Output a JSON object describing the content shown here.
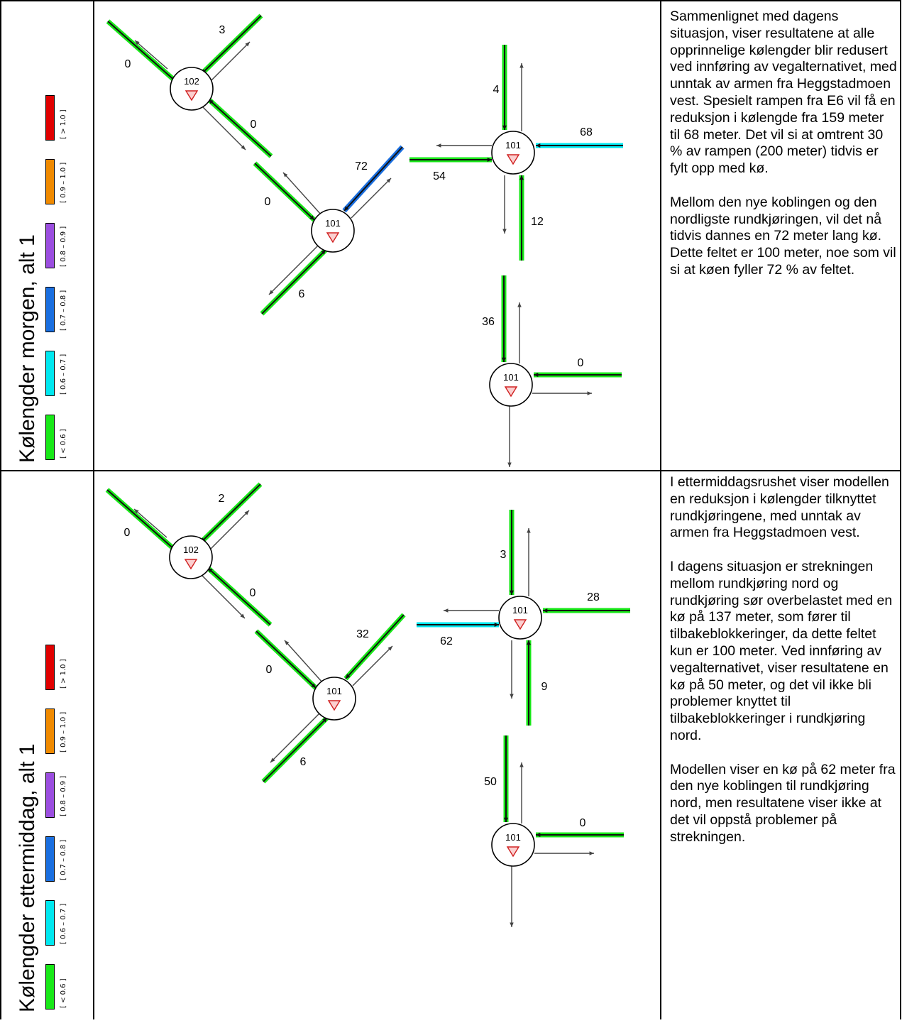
{
  "rows": [
    {
      "title": "Kølengder morgen, alt 1",
      "legend": [
        {
          "label": "[ > 1.0 ]",
          "color": "#e00000"
        },
        {
          "label": "[ 0.9 – 1.0 ]",
          "color": "#f08a00"
        },
        {
          "label": "[ 0.8 – 0.9 ]",
          "color": "#9b4ee0"
        },
        {
          "label": "[ 0.7 – 0.8 ]",
          "color": "#1a6fe0"
        },
        {
          "label": "[ 0.6 – 0.7 ]",
          "color": "#00e8f0"
        },
        {
          "label": "[ < 0.6 ]",
          "color": "#18e818"
        }
      ],
      "nodes": {
        "n102": "102",
        "n101a": "101",
        "n101b": "101",
        "n101c": "101"
      },
      "queues": {
        "q102_nw": "0",
        "q102_ne": "3",
        "q102_se": "0",
        "q101a_nw": "0",
        "q101a_ne": "72",
        "q101a_sw": "6",
        "q101b_w": "54",
        "q101b_n": "4",
        "q101b_e": "68",
        "q101b_s": "12",
        "q101c_n": "36",
        "q101c_e": "0"
      },
      "paragraphs": [
        "Sammenlignet med dagens situasjon, viser resultatene at alle opprinnelige kølengder blir redusert ved innføring av vegalternativet, med unntak av armen fra Heggstadmoen vest. Spesielt rampen fra E6 vil få en reduksjon i kølengde fra 159 meter til 68 meter. Det vil si at omtrent 30 % av rampen (200 meter) tidvis er fylt opp med kø.",
        "Mellom den nye koblingen og den nordligste rundkjøringen, vil det nå tidvis dannes en 72 meter lang kø. Dette feltet er 100 meter, noe som vil si at køen fyller 72 % av feltet."
      ]
    },
    {
      "title": "Kølengder ettermiddag, alt 1",
      "legend": [
        {
          "label": "[ > 1.0 ]",
          "color": "#e00000"
        },
        {
          "label": "[ 0.9 – 1.0 ]",
          "color": "#f08a00"
        },
        {
          "label": "[ 0.8 – 0.9 ]",
          "color": "#9b4ee0"
        },
        {
          "label": "[ 0.7 – 0.8 ]",
          "color": "#1a6fe0"
        },
        {
          "label": "[ 0.6 – 0.7 ]",
          "color": "#00e8f0"
        },
        {
          "label": "[ < 0.6 ]",
          "color": "#18e818"
        }
      ],
      "nodes": {
        "n102": "102",
        "n101a": "101",
        "n101b": "101",
        "n101c": "101"
      },
      "queues": {
        "q102_nw": "0",
        "q102_ne": "2",
        "q102_se": "0",
        "q101a_nw": "0",
        "q101a_ne": "32",
        "q101a_sw": "6",
        "q101b_w": "62",
        "q101b_n": "3",
        "q101b_e": "28",
        "q101b_s": "9",
        "q101c_n": "50",
        "q101c_e": "0"
      },
      "paragraphs": [
        "I ettermiddagsrushet viser modellen en reduksjon i kølengder tilknyttet rundkjøringene, med unntak av armen fra Heggstadmoen vest.",
        "I dagens situasjon er strekningen mellom rundkjøring nord og rundkjøring sør overbelastet med en kø på 137 meter, som fører til tilbakeblokkeringer, da dette feltet kun er 100 meter. Ved innføring av vegalternativet, viser resultatene en kø på 50 meter, og det vil ikke bli problemer knyttet til tilbakeblokkeringer i rundkjøring nord.",
        "Modellen viser en kø på 62 meter fra den nye koblingen til rundkjøring nord, men resultatene viser ikke at det vil oppstå problemer på strekningen."
      ]
    }
  ]
}
